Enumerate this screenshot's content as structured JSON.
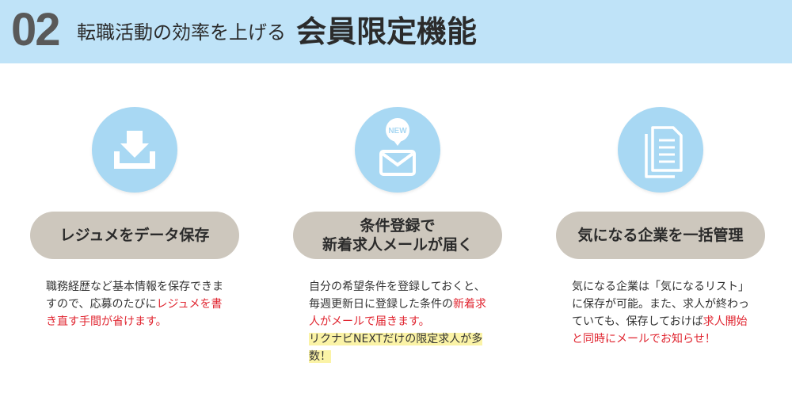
{
  "header": {
    "number": "02",
    "subtitle": "転職活動の効率を上げる",
    "title": "会員限定機能",
    "background": "#bfe3f8"
  },
  "features": [
    {
      "icon": "download-tray-icon",
      "title": "レジュメをデータ保存",
      "desc_plain": "職務経歴など基本情報を保存できますので、応募のたびに",
      "desc_red": "レジュメを書き直す手間が省けます。"
    },
    {
      "icon": "new-mail-icon",
      "badge": "NEW",
      "title": "条件登録で\n新着求人メールが届く",
      "desc_plain": "自分の希望条件を登録しておくと、毎週更新日に登録した条件の",
      "desc_red": "新着求人がメールで届きます。",
      "desc_highlight": "リクナビNEXTだけの限定求人が多数！"
    },
    {
      "icon": "documents-icon",
      "title": "気になる企業を一括管理",
      "desc_plain": "気になる企業は「気になるリスト」に保存が可能。また、求人が終わっていても、保存しておけば",
      "desc_red": "求人開始と同時にメールでお知らせ！"
    }
  ],
  "colors": {
    "circle": "#a8d8f3",
    "pill": "#cdc7bd",
    "accent_red": "#e0242f",
    "highlight": "#fbf3a6"
  }
}
